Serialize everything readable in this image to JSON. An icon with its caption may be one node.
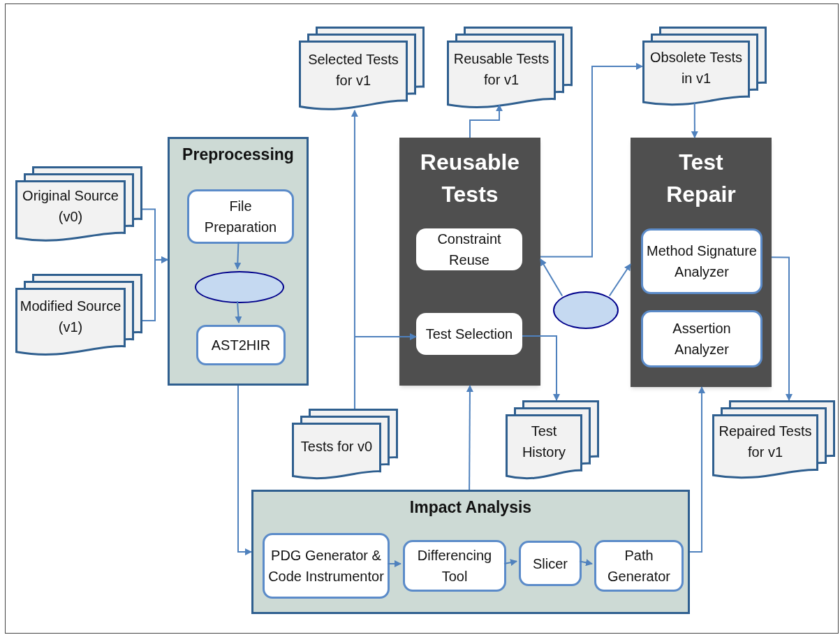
{
  "diagram": {
    "nodes": [
      {
        "text": [
          "Selected Tests for v1"
        ]
      },
      {
        "text": [
          "Reusable Tests for v1"
        ]
      },
      {
        "text": [
          "Obsolete Tests in v1"
        ]
      },
      {
        "text": [
          "Preprocessing"
        ]
      },
      {
        "text": [
          "File Preparation"
        ],
        "in": 3
      },
      {
        "text": [],
        "shape": "ellipse",
        "in": 3
      },
      {
        "text": [
          "AST2HIR"
        ],
        "in": 3
      },
      {
        "text": [
          "Original Source (v0)"
        ]
      },
      {
        "text": [
          "Modified Source (v1)"
        ]
      },
      {
        "text": [
          "Reusable Tests"
        ]
      },
      {
        "text": [
          "Constraint Reuse"
        ],
        "in": 9
      },
      {
        "text": [
          "Test Selection"
        ],
        "in": 9
      },
      {
        "text": [
          "Test Repair"
        ]
      },
      {
        "text": [
          "Method Signature Analyzer"
        ],
        "in": 12
      },
      {
        "text": [
          "Assertion Analyzer"
        ],
        "in": 12
      },
      {
        "text": [],
        "shape": "ellipse"
      },
      {
        "text": [
          "Tests for v0"
        ]
      },
      {
        "text": [
          "Test History"
        ]
      },
      {
        "text": [
          "Repaired Tests for v1"
        ]
      },
      {
        "text": [
          "Impact Analysis"
        ]
      },
      {
        "text": [
          "PDG Generator & Code Instrumentor"
        ],
        "in": 19
      },
      {
        "text": [
          "Differencing Tool"
        ],
        "in": 19
      },
      {
        "text": [
          "Slicer"
        ],
        "in": 19
      },
      {
        "text": [
          "Path Generator"
        ],
        "in": 19
      }
    ],
    "edges": [
      {
        "from": 7,
        "to": 3,
        "arrow": "to"
      },
      {
        "from": 8,
        "to": 3,
        "arrow": "to"
      },
      {
        "from": 4,
        "to": 5,
        "arrow": "to"
      },
      {
        "from": 5,
        "to": 6,
        "arrow": "to"
      },
      {
        "from": 3,
        "to": 19,
        "arrow": "to"
      },
      {
        "from": 16,
        "to": 0,
        "arrow": "to"
      },
      {
        "from": 16,
        "to": 11,
        "arrow": "to"
      },
      {
        "from": 9,
        "to": 1,
        "arrow": "to"
      },
      {
        "from": 11,
        "to": 17,
        "arrow": "to"
      },
      {
        "from": 19,
        "to": 9,
        "arrow": "to"
      },
      {
        "from": 15,
        "to": 9,
        "arrow": "to"
      },
      {
        "from": 15,
        "to": 12,
        "arrow": "to"
      },
      {
        "from": 9,
        "to": 2,
        "arrow": "to"
      },
      {
        "from": 2,
        "to": 12,
        "arrow": "to"
      },
      {
        "from": 12,
        "to": 18,
        "arrow": "to"
      },
      {
        "from": 19,
        "to": 12,
        "arrow": "to"
      },
      {
        "from": 20,
        "to": 21,
        "arrow": "to"
      },
      {
        "from": 21,
        "to": 22,
        "arrow": "to"
      },
      {
        "from": 22,
        "to": 23,
        "arrow": "to"
      }
    ]
  }
}
